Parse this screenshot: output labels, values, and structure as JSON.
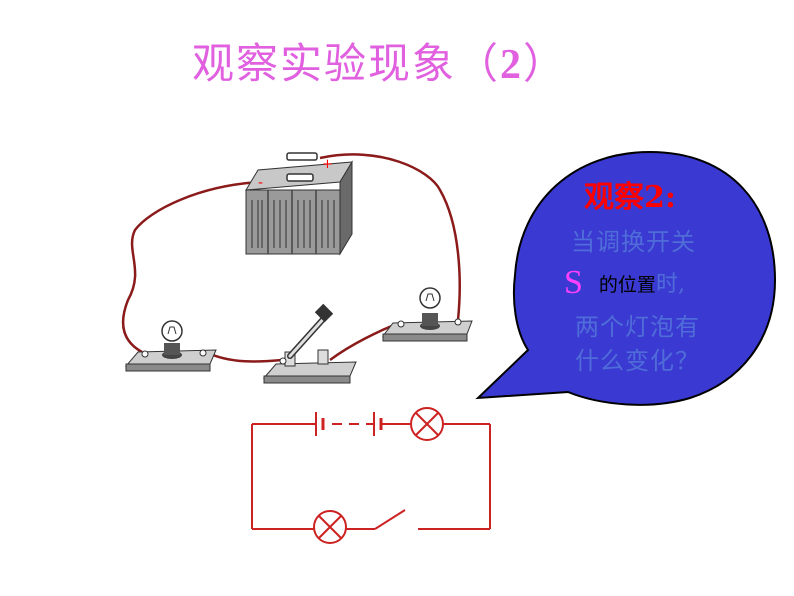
{
  "title": {
    "text": "观察实验现象（",
    "number": "2",
    "close": "）"
  },
  "bubble": {
    "heading": "观察2:",
    "line1": "当调换开关",
    "switch_symbol": "S",
    "line2_mid": "的位置",
    "line2_end": "时,",
    "line3": "两个灯泡有",
    "line4": "什么变化？"
  },
  "battery": {
    "plus_label": "+",
    "minus_label": "-"
  },
  "colors": {
    "title": "#e060e0",
    "bubble_fill": "#3a3ad2",
    "wire": "#8b1a1a",
    "schematic": "#cc2222",
    "bubble_text": "#4f6cd8",
    "heading": "#ff0000"
  }
}
